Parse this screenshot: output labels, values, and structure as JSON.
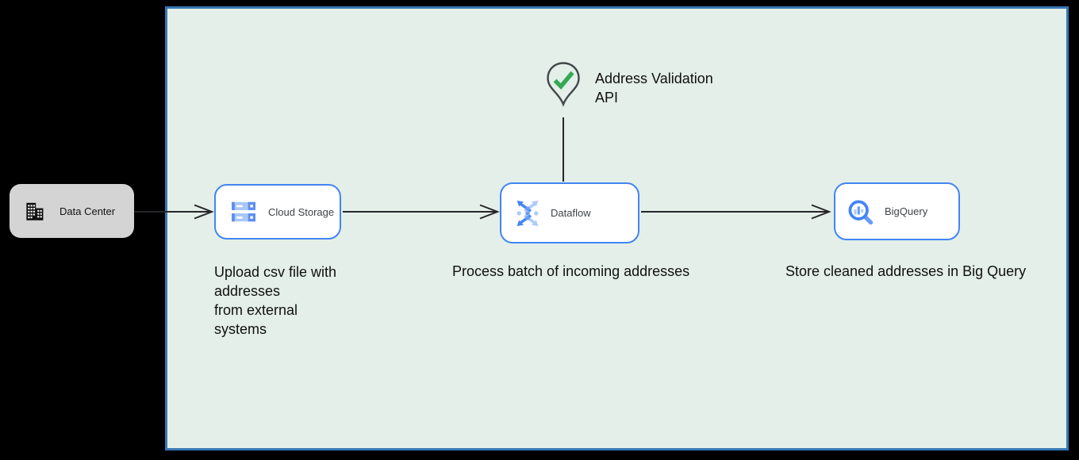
{
  "colors": {
    "canvas_bg": "#000000",
    "panel_bg": "#e3efe8",
    "panel_border": "#3878b4",
    "node_border": "#4285f4",
    "data_center_bg": "#d4d4d4",
    "icon_blue": "#4285f4",
    "icon_blue_mid": "#669df6",
    "icon_blue_light": "#aecbfa",
    "check_green": "#34a853",
    "arrow": "#26262a"
  },
  "nodes": {
    "data_center": {
      "label": "Data Center"
    },
    "cloud_storage": {
      "label": "Cloud Storage",
      "caption_lines": [
        "Upload csv file with",
        "addresses",
        "from external",
        "systems"
      ]
    },
    "dataflow": {
      "label": "Dataflow",
      "caption": "Process batch of incoming addresses"
    },
    "bigquery": {
      "label": "BigQuery",
      "caption": "Store cleaned addresses in Big Query"
    },
    "address_validation": {
      "lines": [
        "Address Validation",
        "API"
      ]
    }
  },
  "edges": [
    {
      "from": "data_center",
      "to": "cloud_storage",
      "style": "arrow"
    },
    {
      "from": "cloud_storage",
      "to": "dataflow",
      "style": "arrow"
    },
    {
      "from": "dataflow",
      "to": "bigquery",
      "style": "arrow"
    },
    {
      "from": "address_validation",
      "to": "dataflow",
      "style": "line"
    }
  ]
}
